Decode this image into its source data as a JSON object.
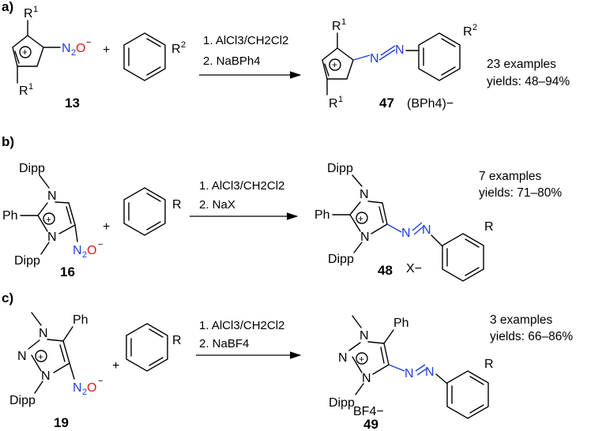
{
  "panels": [
    {
      "label": "a)",
      "reactant_number": "13",
      "product_number": "47",
      "conditions": [
        "1. AlCl3/CH2Cl2",
        "2. NaBPh4"
      ],
      "counterion": "(BPh4)−",
      "examples": "23 examples",
      "yields": "yields: 48–94%",
      "substituents": [
        "R1",
        "R2"
      ]
    },
    {
      "label": "b)",
      "reactant_number": "16",
      "product_number": "48",
      "conditions": [
        "1. AlCl3/CH2Cl2",
        "2. NaX"
      ],
      "counterion": "X−",
      "examples": "7 examples",
      "yields": "yields: 71–80%",
      "substituents": [
        "Dipp",
        "Ph",
        "R"
      ]
    },
    {
      "label": "c)",
      "reactant_number": "19",
      "product_number": "49",
      "conditions": [
        "1. AlCl3/CH2Cl2",
        "2. NaBF4"
      ],
      "counterion": "BF4−",
      "examples": "3 examples",
      "yields": "yields: 66–86%",
      "substituents": [
        "Dipp",
        "Ph",
        "R"
      ]
    }
  ],
  "colors": {
    "azo_nitrogen": "#1f3fd6",
    "oxygen": "#e0201a",
    "bonds": "#000000"
  }
}
